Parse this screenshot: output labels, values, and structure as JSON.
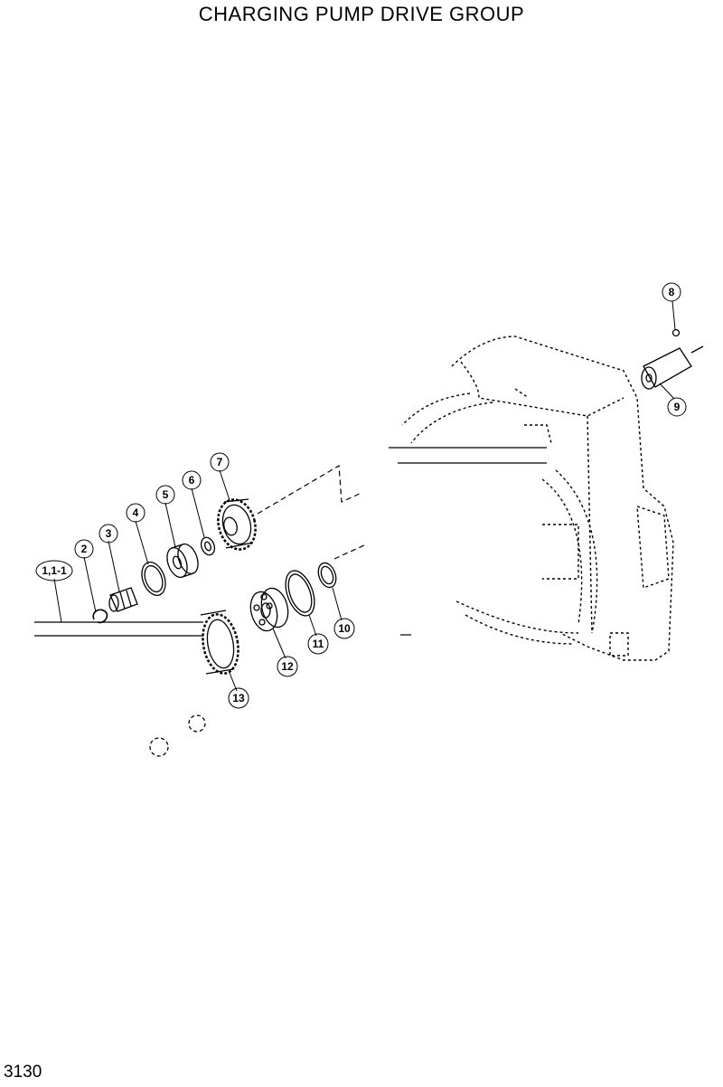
{
  "title": "CHARGING PUMP DRIVE GROUP",
  "page_number": "3130",
  "callouts": [
    "1,1-1",
    "2",
    "3",
    "4",
    "5",
    "6",
    "7",
    "8",
    "9",
    "10",
    "11",
    "12",
    "13"
  ]
}
